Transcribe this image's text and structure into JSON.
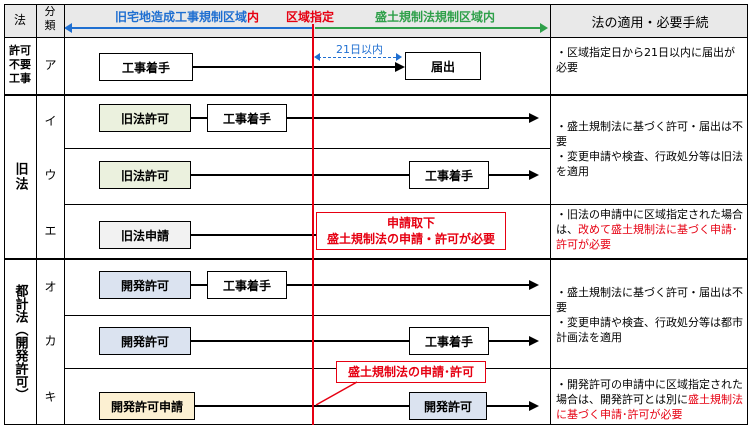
{
  "header": {
    "law": "法",
    "category": "分類",
    "left_zone": "旧宅地造成工事規制区域",
    "left_zone_suffix": "内",
    "designation": "区域指定",
    "right_zone": "盛土規制法規制区域内",
    "procedures": "法の適用・必要手続"
  },
  "groups": {
    "g1": "許可不要工事",
    "g2": "旧法",
    "g3": "都計法（開発許可）"
  },
  "rows": {
    "a": {
      "code": "ア",
      "box1": "工事着手",
      "box2": "届出",
      "days": "21日以内",
      "note": "・区域指定日から21日以内に届出が必要"
    },
    "i": {
      "code": "イ",
      "box1": "旧法許可",
      "box2": "工事着手"
    },
    "u": {
      "code": "ウ",
      "box1": "旧法許可",
      "box2": "工事着手"
    },
    "e": {
      "code": "エ",
      "box1": "旧法申請",
      "red1": "申請取下",
      "red2": "盛土規制法の申請・許可が必要",
      "note_a": "・旧法の申請中に区域指定された場合は、",
      "note_b": "改めて盛土規制法に基づく申請･許可が必要"
    },
    "o": {
      "code": "オ",
      "box1": "開発許可",
      "box2": "工事着手"
    },
    "ka": {
      "code": "カ",
      "box1": "開発許可",
      "box2": "工事着手"
    },
    "ki": {
      "code": "キ",
      "box1": "開発許可申請",
      "box2": "開発許可",
      "red1": "盛土規制法の申請･許可",
      "note_a": "・開発許可の申請中に区域指定された場合は、開発許可とは別に",
      "note_b": "盛土規制法に基づく申請･許可が必要"
    }
  },
  "notes": {
    "old_law": "・盛土規制法に基づく許可・届出は不要\n・変更申請や検査、行政処分等は旧法を適用",
    "city_law": "・盛土規制法に基づく許可・届出は不要\n・変更申請や検査、行政処分等は都市計画法を適用"
  },
  "colors": {
    "accent_red": "#e60012",
    "zone_blue": "#1f6fd1",
    "zone_green": "#2fa04a"
  }
}
